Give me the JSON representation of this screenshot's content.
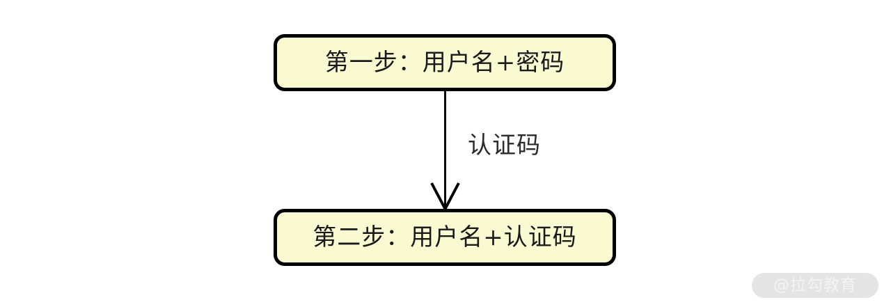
{
  "diagram": {
    "type": "flowchart",
    "background_color": "#ffffff",
    "nodes": [
      {
        "id": "step-1",
        "label": "第一步：用户名+密码",
        "fill_color": "#fafad2",
        "border_color": "#000000",
        "text_color": "#1a1a1a"
      },
      {
        "id": "step-2",
        "label": "第二步：用户名+认证码",
        "fill_color": "#fafad2",
        "border_color": "#000000",
        "text_color": "#1a1a1a"
      }
    ],
    "edges": [
      {
        "id": "edge-step1-step2",
        "from": "step-1",
        "to": "step-2",
        "label": "认证码",
        "color": "#000000",
        "arrowhead": "open-v"
      }
    ]
  },
  "watermark": {
    "text": "@拉勾教育",
    "pill_color": "#e4e4e4",
    "text_color": "#f4f4f4"
  }
}
